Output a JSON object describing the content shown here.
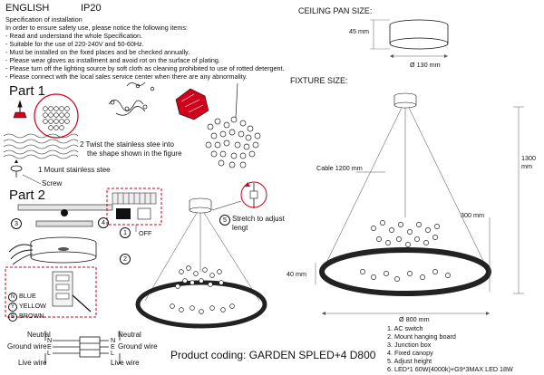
{
  "header": {
    "language": "ENGLISH",
    "ip_rating": "IP20"
  },
  "specification": {
    "title": "Specification of installation",
    "lines": [
      "In order to ensure safety use, please notice the following items:",
      "- Read and understand the whole Specification.",
      "- Suitable for the use of 220-240V and 50-60Hz.",
      "- Must be installed on the fixed places and be checked annually.",
      "- Please wear gloves as installment and avoid rot on the surface of plating.",
      "- Please turn off the lighting source by soft cloth as cleaning prohibited to use of rotted detergent.",
      "- Please connect with the local sales service center when there are any abnormality."
    ]
  },
  "part1": {
    "title": "Part 1",
    "step1": "1  Mount stainless stee",
    "screw": "Screw",
    "step2_line1": "2  Twist the stainless stee into",
    "step2_line2": "the shape shown in the figure"
  },
  "part2": {
    "title": "Part 2",
    "callouts": [
      "3",
      "4",
      "1",
      "2",
      "5"
    ],
    "switch_off": "OFF",
    "wire_colors": {
      "n": "N",
      "y": "Y",
      "b": "B",
      "blue": "BLUE",
      "yellow": "YELLOW",
      "brown": "BROWN"
    },
    "step5_line1": "Stretch to adjust",
    "step5_line2": "lengt"
  },
  "wiring": {
    "neutral": "Neutral",
    "ground_wire": "Ground wire",
    "live_wire": "Live wire",
    "n": "N",
    "e": "E",
    "l": "L"
  },
  "ceiling_pan": {
    "title": "CEILING PAN  SIZE:",
    "height": "45 mm",
    "diameter": "Ø 130 mm"
  },
  "fixture": {
    "title": "FIXTURE SIZE:",
    "cable": "Cable 1200 mm",
    "total_height": "1300 mm",
    "height_300": "300 mm",
    "ring_height": "40 mm",
    "diameter": "Ø 800 mm"
  },
  "parts_list": [
    "1. AC switch",
    "2. Mount hanging board",
    "3. Junction box",
    "4. Fixed canopy",
    "5. Adjust height",
    "6. LED*1 60W(4000k)+G9*3MAX LED 18W"
  ],
  "product_coding": "Product coding: GARDEN SPLED+4 D800",
  "colors": {
    "accent_red": "#d0021b",
    "line": "#111111",
    "dim_gray": "#555555"
  }
}
